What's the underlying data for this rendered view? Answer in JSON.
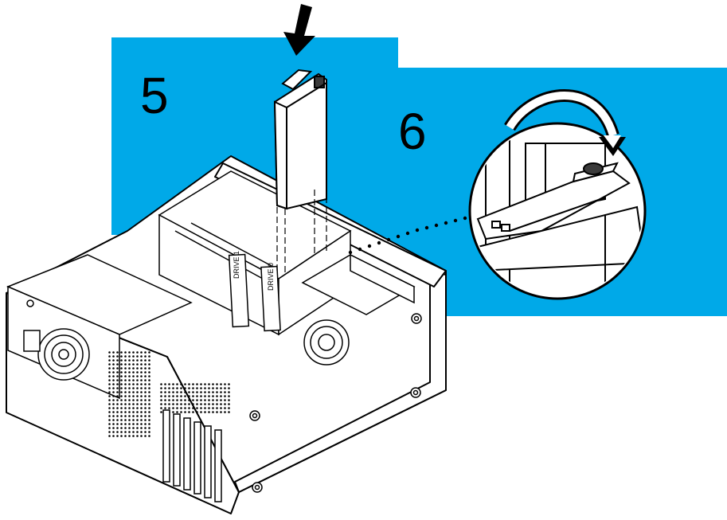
{
  "steps": [
    {
      "number": "5"
    },
    {
      "number": "6"
    }
  ],
  "drive_labels": [
    "DRIVE 1",
    "DRIVE 0"
  ],
  "colors": {
    "panel_blue": "#00a9e8",
    "line": "#000000",
    "fill": "#ffffff",
    "shade": "#3a3a3a"
  }
}
